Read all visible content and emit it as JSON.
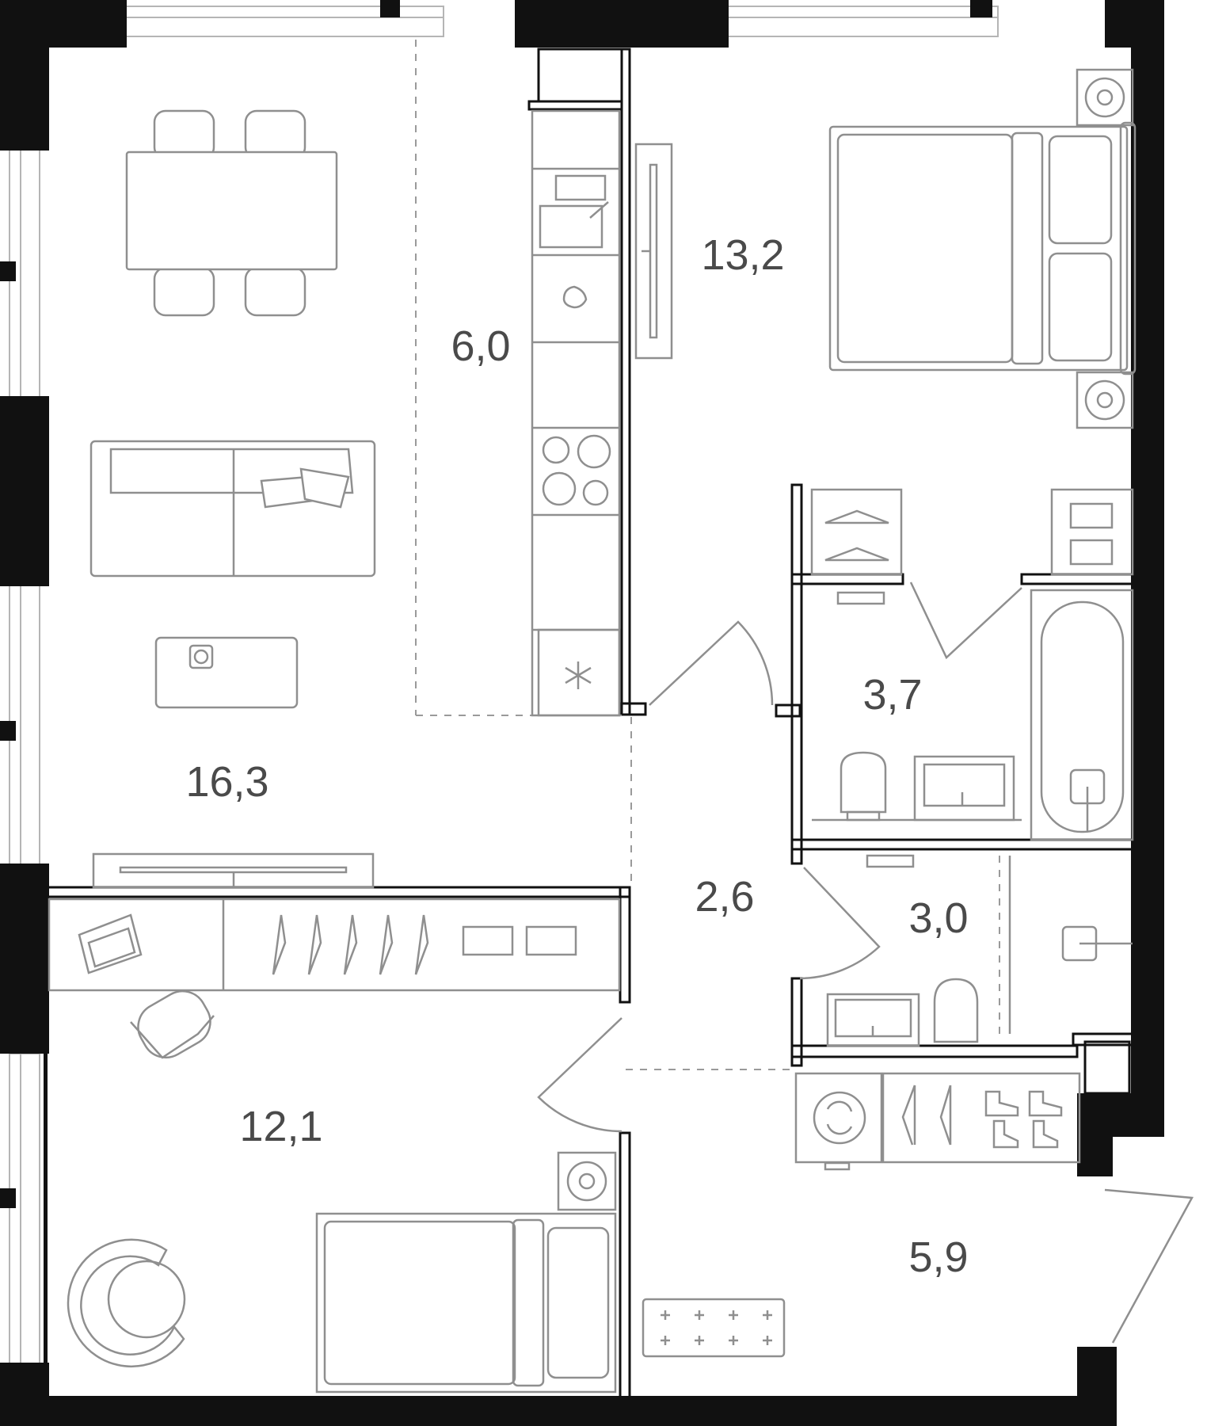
{
  "rooms": [
    {
      "id": "living",
      "area": "16,3"
    },
    {
      "id": "kitchen",
      "area": "6,0"
    },
    {
      "id": "bedroom-master",
      "area": "13,2"
    },
    {
      "id": "bathroom",
      "area": "3,7"
    },
    {
      "id": "corridor",
      "area": "2,6"
    },
    {
      "id": "wc",
      "area": "3,0"
    },
    {
      "id": "bedroom-second",
      "area": "12,1"
    },
    {
      "id": "hallway",
      "area": "5,9"
    }
  ],
  "colors": {
    "wall": "#111111",
    "furniture": "#8f8f8f",
    "label": "#4a4a4a",
    "background": "#ffffff"
  },
  "icons": [
    "dining-table-icon",
    "sofa-icon",
    "coffee-table-icon",
    "tv-stand-icon",
    "kitchen-unit-icon",
    "sink-icon",
    "hob-icon",
    "fridge-icon",
    "double-bed-icon",
    "nightstand-icon",
    "wardrobe-icon",
    "hanger-icon",
    "bathtub-icon",
    "toilet-icon",
    "washbasin-icon",
    "shower-icon",
    "washing-machine-icon",
    "boots-icon",
    "desk-icon",
    "laptop-icon",
    "office-chair-icon",
    "single-bed-icon",
    "armchair-icon",
    "doormat-icon"
  ]
}
